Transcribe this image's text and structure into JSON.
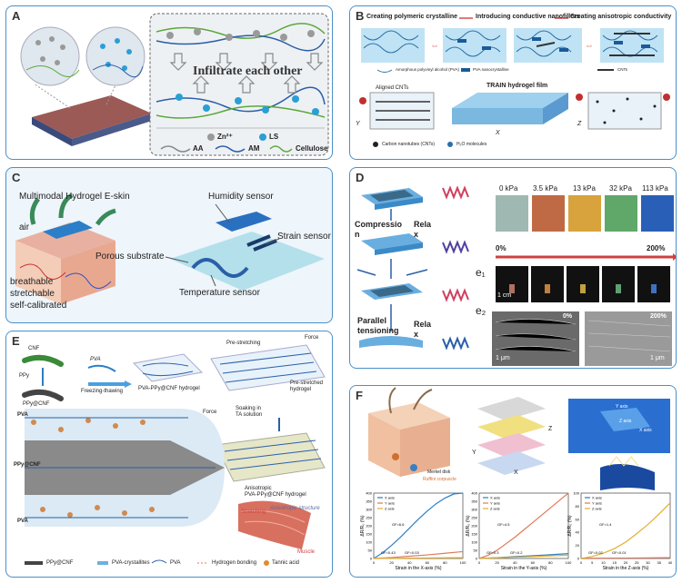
{
  "panels": {
    "A": {
      "label": "A",
      "center_text": "Infiltrate each other",
      "legend": [
        {
          "symbol": "Zn²⁺",
          "color": "#9a9a9a",
          "kind": "ball"
        },
        {
          "symbol": "LS",
          "color": "#2a9fd6",
          "kind": "ball"
        },
        {
          "symbol": "AA",
          "color": "#888888",
          "kind": "line"
        },
        {
          "symbol": "AM",
          "color": "#2a5fa8",
          "kind": "line"
        },
        {
          "symbol": "Cellulose",
          "color": "#5aa83a",
          "kind": "line"
        }
      ]
    },
    "B": {
      "label": "B",
      "steps": [
        "Creating polymeric crystalline",
        "Introducing conductive nanofillers",
        "Creating anisotropic conductivity"
      ],
      "legend": [
        "Amorphous polyvinyl alcohol (PVA)",
        "PVA nanocrystalline",
        "CNTs"
      ],
      "film_title": "TRAIN hydrogel film",
      "aligned": "Aligned CNTs",
      "bottom_legend": [
        "Carbon nanotubes (CNTs)",
        "H₂O molecules"
      ],
      "axes": [
        "Y",
        "X",
        "Z"
      ]
    },
    "C": {
      "label": "C",
      "title": "Multimodal Hydrogel E-skin",
      "air": "air",
      "features": [
        "breathable",
        "stretchable",
        "self-calibrated"
      ],
      "sensors": {
        "humidity": "Humidity sensor",
        "strain": "Strain sensor",
        "substrate": "Porous substrate",
        "temperature": "Temperature sensor"
      }
    },
    "D": {
      "label": "D",
      "compression": "Compressio\nn",
      "relax1": "Rela\nx",
      "parallel": "Parallel\ntensioning",
      "relax2": "Rela\nx",
      "pressures": [
        "0 kPa",
        "3.5 kPa",
        "13 kPa",
        "32 kPa",
        "113 kPa"
      ],
      "pressure_colors": [
        "#9fb8b2",
        "#c06a45",
        "#d8a23c",
        "#5fa86a",
        "#2a5fb8"
      ],
      "strain_start": "0%",
      "strain_end": "200%",
      "e1": "e₁",
      "e2": "e₂",
      "scale_cm": "1 cm",
      "sem_left_label": "0%",
      "sem_right_label": "200%",
      "sem_scale_left": "1 μm",
      "sem_scale_right": "1 μm"
    },
    "E": {
      "label": "E",
      "cnf": "CNF",
      "ppy": "PPy",
      "ppy_cnf": "PPy@CNF",
      "pva": "PVA",
      "freezing": "Freezing-thawing",
      "hydrogel1": "PVA-PPy@CNF hydrogel",
      "prestretching": "Pre-stretching",
      "force_top": "Force",
      "force_left": "Force",
      "prestretched": "Pre-stretched\nhydrogel",
      "soaking": "Soaking in\nTA solution",
      "anisotropic": "Anisotropic\nPVA-PPy@CNF hydrogel",
      "aniso_structure": "Anisotropic structure",
      "stretch_label": "Stretching",
      "muscle": "Muscle",
      "side_labels": [
        "PVA",
        "PPy@CNF",
        "PVA"
      ],
      "legend": [
        "PPy@CNF",
        "PVA-crystallites",
        "PVA",
        "Hydrogen bonding",
        "Tannic acid"
      ]
    },
    "F": {
      "label": "F",
      "skin_labels": [
        "Merkel disk",
        "Ruffini corpuscle"
      ],
      "stack_axes": [
        "Z",
        "Y",
        "X"
      ],
      "photo_axes": [
        "Y axis",
        "Z axis",
        "X axis"
      ]
    }
  },
  "chart_data": [
    {
      "type": "line",
      "xlabel": "Strain in the X-axis (%)",
      "ylabel": "ΔR/R₀ (%)",
      "xlim": [
        0,
        100
      ],
      "ylim": [
        0,
        400
      ],
      "xticks": [
        0,
        20,
        40,
        60,
        80,
        100
      ],
      "yticks": [
        0,
        50,
        100,
        150,
        200,
        250,
        300,
        350,
        400
      ],
      "legend": [
        "X axis",
        "Y axis",
        "Z axis"
      ],
      "annotations": [
        "GF=6.6",
        "GF=0.43",
        "GF=0.03"
      ],
      "series": [
        {
          "name": "X axis",
          "color": "#2a7fc8",
          "x": [
            0,
            10,
            20,
            30,
            40,
            50,
            60,
            70,
            80,
            90,
            100
          ],
          "y": [
            0,
            35,
            80,
            130,
            185,
            240,
            290,
            335,
            370,
            395,
            410
          ]
        },
        {
          "name": "Y axis",
          "color": "#e07a5a",
          "x": [
            0,
            20,
            40,
            60,
            80,
            100
          ],
          "y": [
            0,
            6,
            14,
            22,
            32,
            42
          ]
        },
        {
          "name": "Z axis",
          "color": "#e0b030",
          "x": [
            0,
            20,
            40,
            60,
            80,
            100
          ],
          "y": [
            0,
            1,
            2,
            3,
            4,
            5
          ]
        }
      ]
    },
    {
      "type": "line",
      "xlabel": "Strain in the Y-axis (%)",
      "ylabel": "ΔR/R₀ (%)",
      "xlim": [
        0,
        100
      ],
      "ylim": [
        0,
        400
      ],
      "xticks": [
        0,
        20,
        40,
        60,
        80,
        100
      ],
      "yticks": [
        0,
        50,
        100,
        150,
        200,
        250,
        300,
        350,
        400
      ],
      "legend": [
        "X axis",
        "Y axis",
        "Z axis"
      ],
      "annotations": [
        "GF=4.5",
        "GF=0.3",
        "GF=0.2"
      ],
      "series": [
        {
          "name": "X axis",
          "color": "#2a7fc8",
          "x": [
            0,
            20,
            40,
            60,
            80,
            100
          ],
          "y": [
            0,
            5,
            11,
            17,
            23,
            30
          ]
        },
        {
          "name": "Y axis",
          "color": "#e07a5a",
          "x": [
            0,
            10,
            20,
            30,
            40,
            50,
            60,
            70,
            80,
            90,
            100
          ],
          "y": [
            0,
            20,
            50,
            90,
            130,
            175,
            220,
            265,
            310,
            355,
            400
          ]
        },
        {
          "name": "Z axis",
          "color": "#e0b030",
          "x": [
            0,
            20,
            40,
            60,
            80,
            100
          ],
          "y": [
            0,
            4,
            8,
            12,
            16,
            20
          ]
        }
      ]
    },
    {
      "type": "line",
      "xlabel": "Strain in the Z-axis (%)",
      "ylabel": "ΔR/R₀ (%)",
      "xlim": [
        0,
        40
      ],
      "ylim": [
        0,
        100
      ],
      "xticks": [
        0,
        5,
        10,
        15,
        20,
        25,
        30,
        35,
        40
      ],
      "yticks": [
        0,
        20,
        40,
        60,
        80,
        100
      ],
      "legend": [
        "X axis",
        "Y axis",
        "Z axis"
      ],
      "annotations": [
        "GF=1.4",
        "GF=0.02",
        "GF=0.01"
      ],
      "series": [
        {
          "name": "X axis",
          "color": "#2a7fc8",
          "x": [
            0,
            10,
            20,
            30,
            40
          ],
          "y": [
            0,
            0.2,
            0.4,
            0.6,
            0.8
          ]
        },
        {
          "name": "Y axis",
          "color": "#e07a5a",
          "x": [
            0,
            10,
            20,
            30,
            40
          ],
          "y": [
            0,
            0.3,
            0.6,
            0.9,
            1.2
          ]
        },
        {
          "name": "Z axis",
          "color": "#e0b030",
          "x": [
            0,
            5,
            10,
            15,
            20,
            25,
            30,
            35,
            40
          ],
          "y": [
            0,
            3,
            8,
            15,
            25,
            38,
            52,
            68,
            85
          ]
        }
      ]
    }
  ]
}
